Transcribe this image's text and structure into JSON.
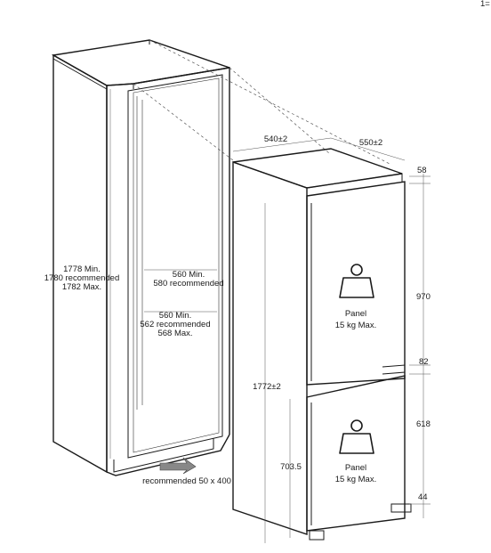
{
  "corner_mark": "1=",
  "cabinet": {
    "height_lines": [
      "1778 Min.",
      "1780 recommended",
      "1782 Max."
    ],
    "width_top_lines": [
      "560 Min.",
      "580 recommended"
    ],
    "width_mid_lines": [
      "560 Min.",
      "562 recommended",
      "568 Max."
    ],
    "vent_label": "recommended 50 x 400"
  },
  "appliance": {
    "width": "540±2",
    "depth": "550±2",
    "top_gap": "58",
    "upper_panel_height": "970",
    "middle_gap": "82",
    "lower_panel_height": "618",
    "bottom_gap": "44",
    "total_height": "1772±2",
    "lower_door_height": "703.5"
  },
  "panels": [
    {
      "title": "Panel",
      "weight": "15 kg Max."
    },
    {
      "title": "Panel",
      "weight": "15 kg Max."
    }
  ]
}
